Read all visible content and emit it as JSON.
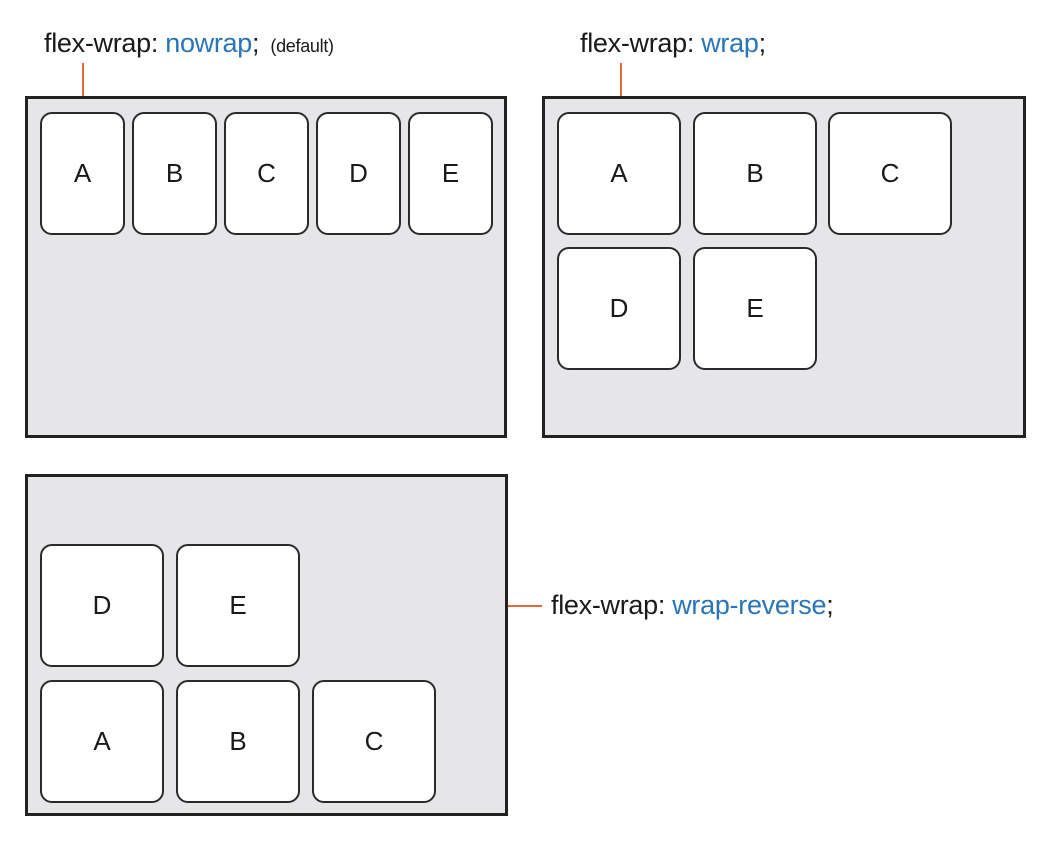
{
  "panels": {
    "nowrap": {
      "property": "flex-wrap:",
      "value": "nowrap",
      "semicolon": ";",
      "note": "(default)",
      "items": [
        "A",
        "B",
        "C",
        "D",
        "E"
      ]
    },
    "wrap": {
      "property": "flex-wrap:",
      "value": "wrap",
      "semicolon": ";",
      "items": [
        "A",
        "B",
        "C",
        "D",
        "E"
      ]
    },
    "wrap_reverse": {
      "property": "flex-wrap:",
      "value": "wrap-reverse",
      "semicolon": ";",
      "items": [
        "A",
        "B",
        "C",
        "D",
        "E"
      ]
    }
  },
  "colors": {
    "value_text": "#2a74b8",
    "leader_line": "#e8663a",
    "container_fill": "#e6e6e8",
    "container_border": "#222222",
    "item_fill": "#ffffff"
  }
}
